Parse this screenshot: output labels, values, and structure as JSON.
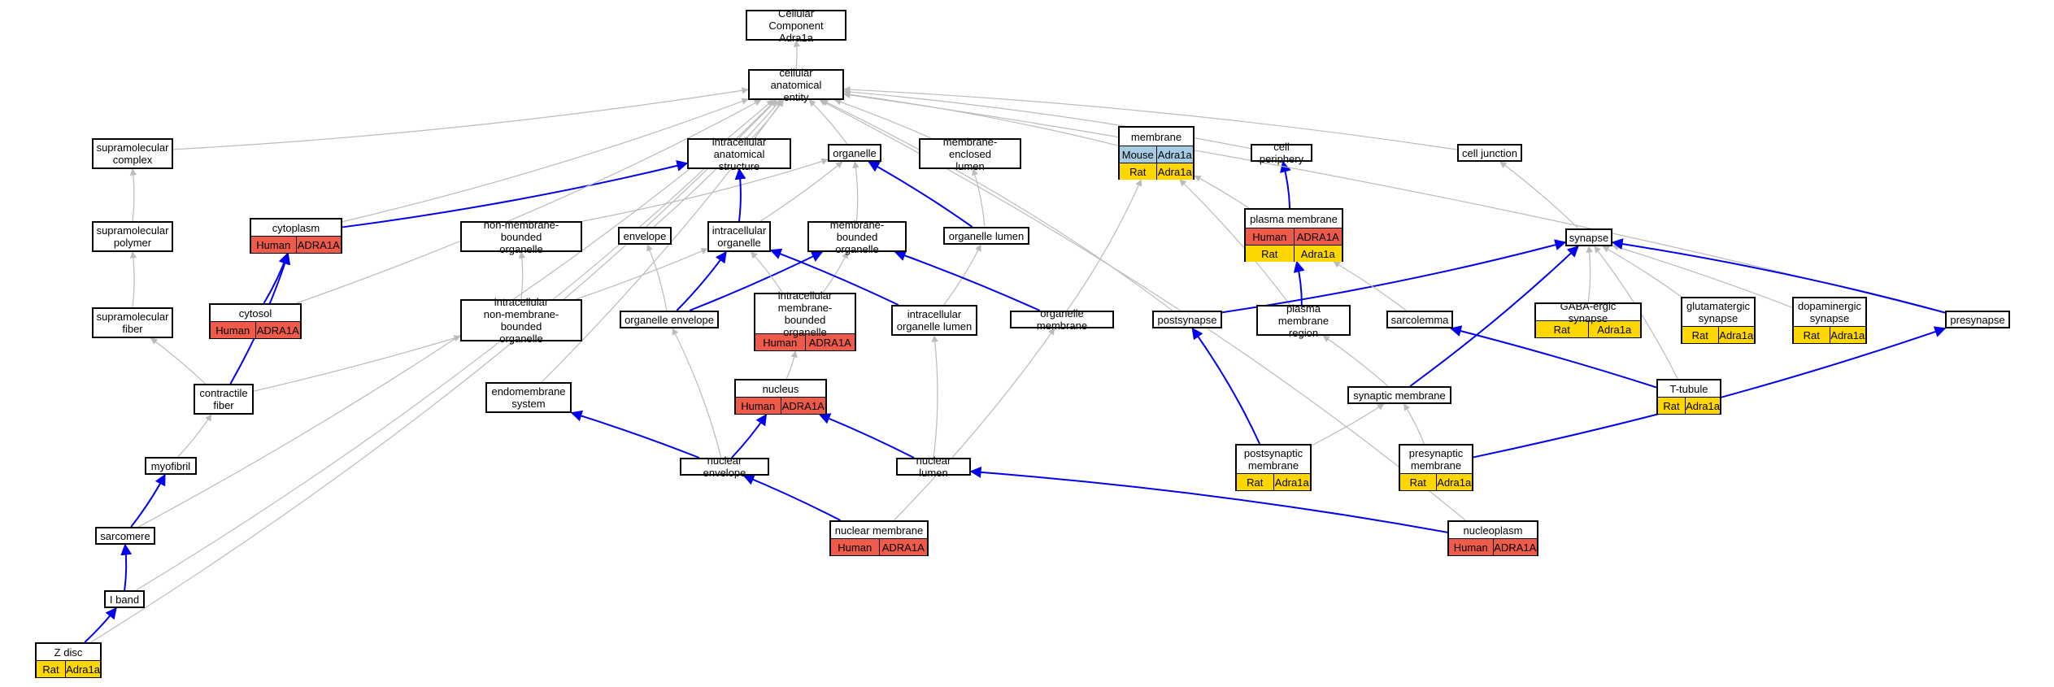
{
  "colors": {
    "Human": "#ef5b4a",
    "Rat": "#ffd700",
    "Mouse": "#a6cce3",
    "gray_edge": "#bbbbbb",
    "blue_edge": "#0000ee"
  },
  "nodes": {
    "root": {
      "label": [
        "Cellular Component",
        "Adra1a"
      ]
    },
    "cae": {
      "label": [
        "cellular anatomical",
        "entity"
      ]
    },
    "supramolecular_complex": {
      "label": [
        "supramolecular",
        "complex"
      ]
    },
    "supramolecular_polymer": {
      "label": [
        "supramolecular",
        "polymer"
      ]
    },
    "supramolecular_fiber": {
      "label": [
        "supramolecular",
        "fiber"
      ]
    },
    "cytoplasm": {
      "label": [
        "cytoplasm"
      ],
      "rows": [
        [
          "Human",
          "ADRA1A"
        ]
      ]
    },
    "cytosol": {
      "label": [
        "cytosol"
      ],
      "rows": [
        [
          "Human",
          "ADRA1A"
        ]
      ]
    },
    "contractile_fiber": {
      "label": [
        "contractile",
        "fiber"
      ]
    },
    "myofibril": {
      "label": [
        "myofibril"
      ]
    },
    "sarcomere": {
      "label": [
        "sarcomere"
      ]
    },
    "i_band": {
      "label": [
        "I band"
      ]
    },
    "z_disc": {
      "label": [
        "Z disc"
      ],
      "rows": [
        [
          "Rat",
          "Adra1a"
        ]
      ]
    },
    "intracellular_anatomical_structure": {
      "label": [
        "intracellular",
        "anatomical structure"
      ]
    },
    "non_membrane_bounded_organelle": {
      "label": [
        "non-membrane-bounded",
        "organelle"
      ]
    },
    "intracellular_non_membrane_bounded_organelle": {
      "label": [
        "intracellular",
        "non-membrane-bounded",
        "organelle"
      ]
    },
    "endomembrane_system": {
      "label": [
        "endomembrane",
        "system"
      ]
    },
    "envelope": {
      "label": [
        "envelope"
      ]
    },
    "organelle": {
      "label": [
        "organelle"
      ]
    },
    "intracellular_organelle": {
      "label": [
        "intracellular",
        "organelle"
      ]
    },
    "organelle_envelope": {
      "label": [
        "organelle envelope"
      ]
    },
    "membrane_bounded_organelle": {
      "label": [
        "membrane-bounded",
        "organelle"
      ]
    },
    "intracellular_membrane_bounded_organelle": {
      "label": [
        "intracellular",
        "membrane-bounded",
        "organelle"
      ],
      "rows": [
        [
          "Human",
          "ADRA1A"
        ]
      ]
    },
    "nucleus": {
      "label": [
        "nucleus"
      ],
      "rows": [
        [
          "Human",
          "ADRA1A"
        ]
      ]
    },
    "nuclear_envelope": {
      "label": [
        "nuclear envelope"
      ]
    },
    "nuclear_membrane": {
      "label": [
        "nuclear membrane"
      ],
      "rows": [
        [
          "Human",
          "ADRA1A"
        ]
      ]
    },
    "membrane_enclosed_lumen": {
      "label": [
        "membrane-enclosed",
        "lumen"
      ]
    },
    "organelle_lumen": {
      "label": [
        "organelle lumen"
      ]
    },
    "intracellular_organelle_lumen": {
      "label": [
        "intracellular",
        "organelle lumen"
      ]
    },
    "nuclear_lumen": {
      "label": [
        "nuclear lumen"
      ]
    },
    "organelle_membrane": {
      "label": [
        "organelle membrane"
      ]
    },
    "membrane": {
      "label": [
        "membrane"
      ],
      "rows": [
        [
          "Mouse",
          "Adra1a"
        ],
        [
          "Rat",
          "Adra1a"
        ]
      ]
    },
    "cell_periphery": {
      "label": [
        "cell periphery"
      ]
    },
    "plasma_membrane": {
      "label": [
        "plasma membrane"
      ],
      "rows": [
        [
          "Human",
          "ADRA1A"
        ],
        [
          "Rat",
          "Adra1a"
        ]
      ]
    },
    "postsynapse": {
      "label": [
        "postsynapse"
      ]
    },
    "plasma_membrane_region": {
      "label": [
        "plasma membrane",
        "region"
      ]
    },
    "sarcolemma": {
      "label": [
        "sarcolemma"
      ]
    },
    "cell_junction": {
      "label": [
        "cell junction"
      ]
    },
    "synapse": {
      "label": [
        "synapse"
      ]
    },
    "gabaergic_synapse": {
      "label": [
        "GABA-ergic synapse"
      ],
      "rows": [
        [
          "Rat",
          "Adra1a"
        ]
      ]
    },
    "glutamatergic_synapse": {
      "label": [
        "glutamatergic",
        "synapse"
      ],
      "rows": [
        [
          "Rat",
          "Adra1a"
        ]
      ]
    },
    "dopaminergic_synapse": {
      "label": [
        "dopaminergic",
        "synapse"
      ],
      "rows": [
        [
          "Rat",
          "Adra1a"
        ]
      ]
    },
    "presynapse": {
      "label": [
        "presynapse"
      ]
    },
    "t_tubule": {
      "label": [
        "T-tubule"
      ],
      "rows": [
        [
          "Rat",
          "Adra1a"
        ]
      ]
    },
    "synaptic_membrane": {
      "label": [
        "synaptic membrane"
      ]
    },
    "postsynaptic_membrane": {
      "label": [
        "postsynaptic",
        "membrane"
      ],
      "rows": [
        [
          "Rat",
          "Adra1a"
        ]
      ]
    },
    "presynaptic_membrane": {
      "label": [
        "presynaptic",
        "membrane"
      ],
      "rows": [
        [
          "Rat",
          "Adra1a"
        ]
      ]
    },
    "nucleoplasm": {
      "label": [
        "nucleoplasm"
      ],
      "rows": [
        [
          "Human",
          "ADRA1A"
        ]
      ]
    }
  },
  "edges": [
    {
      "from": "cae",
      "to": "root",
      "kind": "gray"
    },
    {
      "from": "supramolecular_complex",
      "to": "cae",
      "kind": "gray"
    },
    {
      "from": "supramolecular_polymer",
      "to": "supramolecular_complex",
      "kind": "gray"
    },
    {
      "from": "supramolecular_fiber",
      "to": "supramolecular_polymer",
      "kind": "gray"
    },
    {
      "from": "contractile_fiber",
      "to": "supramolecular_fiber",
      "kind": "gray"
    },
    {
      "from": "contractile_fiber",
      "to": "cytoplasm",
      "kind": "blue"
    },
    {
      "from": "contractile_fiber",
      "to": "intracellular_non_membrane_bounded_organelle",
      "kind": "gray"
    },
    {
      "from": "myofibril",
      "to": "contractile_fiber",
      "kind": "gray"
    },
    {
      "from": "sarcomere",
      "to": "myofibril",
      "kind": "blue"
    },
    {
      "from": "sarcomere",
      "to": "cae",
      "kind": "gray"
    },
    {
      "from": "i_band",
      "to": "sarcomere",
      "kind": "blue"
    },
    {
      "from": "i_band",
      "to": "cae",
      "kind": "gray"
    },
    {
      "from": "z_disc",
      "to": "i_band",
      "kind": "blue"
    },
    {
      "from": "z_disc",
      "to": "cae",
      "kind": "gray"
    },
    {
      "from": "cytoplasm",
      "to": "intracellular_anatomical_structure",
      "kind": "blue"
    },
    {
      "from": "cytoplasm",
      "to": "cae",
      "kind": "gray"
    },
    {
      "from": "cytosol",
      "to": "cytoplasm",
      "kind": "blue"
    },
    {
      "from": "cytosol",
      "to": "cae",
      "kind": "gray"
    },
    {
      "from": "intracellular_anatomical_structure",
      "to": "cae",
      "kind": "gray"
    },
    {
      "from": "organelle",
      "to": "cae",
      "kind": "gray"
    },
    {
      "from": "non_membrane_bounded_organelle",
      "to": "organelle",
      "kind": "gray"
    },
    {
      "from": "intracellular_non_membrane_bounded_organelle",
      "to": "non_membrane_bounded_organelle",
      "kind": "gray"
    },
    {
      "from": "intracellular_non_membrane_bounded_organelle",
      "to": "intracellular_organelle",
      "kind": "gray"
    },
    {
      "from": "envelope",
      "to": "cae",
      "kind": "gray"
    },
    {
      "from": "endomembrane_system",
      "to": "cae",
      "kind": "gray"
    },
    {
      "from": "intracellular_organelle",
      "to": "intracellular_anatomical_structure",
      "kind": "blue"
    },
    {
      "from": "intracellular_organelle",
      "to": "organelle",
      "kind": "gray"
    },
    {
      "from": "membrane_bounded_organelle",
      "to": "organelle",
      "kind": "gray"
    },
    {
      "from": "organelle_envelope",
      "to": "envelope",
      "kind": "gray"
    },
    {
      "from": "organelle_envelope",
      "to": "intracellular_organelle",
      "kind": "blue"
    },
    {
      "from": "organelle_envelope",
      "to": "membrane_bounded_organelle",
      "kind": "blue"
    },
    {
      "from": "intracellular_membrane_bounded_organelle",
      "to": "intracellular_organelle",
      "kind": "gray"
    },
    {
      "from": "intracellular_membrane_bounded_organelle",
      "to": "membrane_bounded_organelle",
      "kind": "gray"
    },
    {
      "from": "nucleus",
      "to": "intracellular_membrane_bounded_organelle",
      "kind": "gray"
    },
    {
      "from": "nuclear_envelope",
      "to": "organelle_envelope",
      "kind": "gray"
    },
    {
      "from": "nuclear_envelope",
      "to": "endomembrane_system",
      "kind": "blue"
    },
    {
      "from": "nuclear_envelope",
      "to": "nucleus",
      "kind": "blue"
    },
    {
      "from": "nuclear_membrane",
      "to": "nuclear_envelope",
      "kind": "blue"
    },
    {
      "from": "nuclear_membrane",
      "to": "organelle_membrane",
      "kind": "gray"
    },
    {
      "from": "membrane_enclosed_lumen",
      "to": "cae",
      "kind": "gray"
    },
    {
      "from": "organelle_lumen",
      "to": "membrane_enclosed_lumen",
      "kind": "gray"
    },
    {
      "from": "organelle_lumen",
      "to": "organelle",
      "kind": "blue"
    },
    {
      "from": "intracellular_organelle_lumen",
      "to": "organelle_lumen",
      "kind": "gray"
    },
    {
      "from": "intracellular_organelle_lumen",
      "to": "intracellular_organelle",
      "kind": "blue"
    },
    {
      "from": "nuclear_lumen",
      "to": "intracellular_organelle_lumen",
      "kind": "gray"
    },
    {
      "from": "nuclear_lumen",
      "to": "nucleus",
      "kind": "blue"
    },
    {
      "from": "organelle_membrane",
      "to": "membrane",
      "kind": "gray"
    },
    {
      "from": "organelle_membrane",
      "to": "membrane_bounded_organelle",
      "kind": "blue"
    },
    {
      "from": "membrane",
      "to": "cae",
      "kind": "gray"
    },
    {
      "from": "cell_periphery",
      "to": "cae",
      "kind": "gray"
    },
    {
      "from": "plasma_membrane",
      "to": "membrane",
      "kind": "gray"
    },
    {
      "from": "plasma_membrane",
      "to": "cell_periphery",
      "kind": "blue"
    },
    {
      "from": "plasma_membrane_region",
      "to": "plasma_membrane",
      "kind": "blue"
    },
    {
      "from": "plasma_membrane_region",
      "to": "membrane",
      "kind": "gray"
    },
    {
      "from": "postsynapse",
      "to": "cae",
      "kind": "gray"
    },
    {
      "from": "postsynapse",
      "to": "synapse",
      "kind": "blue"
    },
    {
      "from": "sarcolemma",
      "to": "plasma_membrane",
      "kind": "gray"
    },
    {
      "from": "cell_junction",
      "to": "cae",
      "kind": "gray"
    },
    {
      "from": "synapse",
      "to": "cell_junction",
      "kind": "gray"
    },
    {
      "from": "gabaergic_synapse",
      "to": "synapse",
      "kind": "gray"
    },
    {
      "from": "glutamatergic_synapse",
      "to": "synapse",
      "kind": "gray"
    },
    {
      "from": "dopaminergic_synapse",
      "to": "synapse",
      "kind": "gray"
    },
    {
      "from": "presynapse",
      "to": "cae",
      "kind": "gray"
    },
    {
      "from": "presynapse",
      "to": "synapse",
      "kind": "blue"
    },
    {
      "from": "t_tubule",
      "to": "sarcolemma",
      "kind": "blue"
    },
    {
      "from": "t_tubule",
      "to": "synapse",
      "kind": "gray"
    },
    {
      "from": "synaptic_membrane",
      "to": "synapse",
      "kind": "blue"
    },
    {
      "from": "synaptic_membrane",
      "to": "plasma_membrane_region",
      "kind": "gray"
    },
    {
      "from": "postsynaptic_membrane",
      "to": "postsynapse",
      "kind": "blue"
    },
    {
      "from": "postsynaptic_membrane",
      "to": "synaptic_membrane",
      "kind": "gray"
    },
    {
      "from": "presynaptic_membrane",
      "to": "presynapse",
      "kind": "blue"
    },
    {
      "from": "presynaptic_membrane",
      "to": "synaptic_membrane",
      "kind": "gray"
    },
    {
      "from": "nucleoplasm",
      "to": "nuclear_lumen",
      "kind": "blue"
    },
    {
      "from": "nucleoplasm",
      "to": "cae",
      "kind": "gray"
    }
  ]
}
